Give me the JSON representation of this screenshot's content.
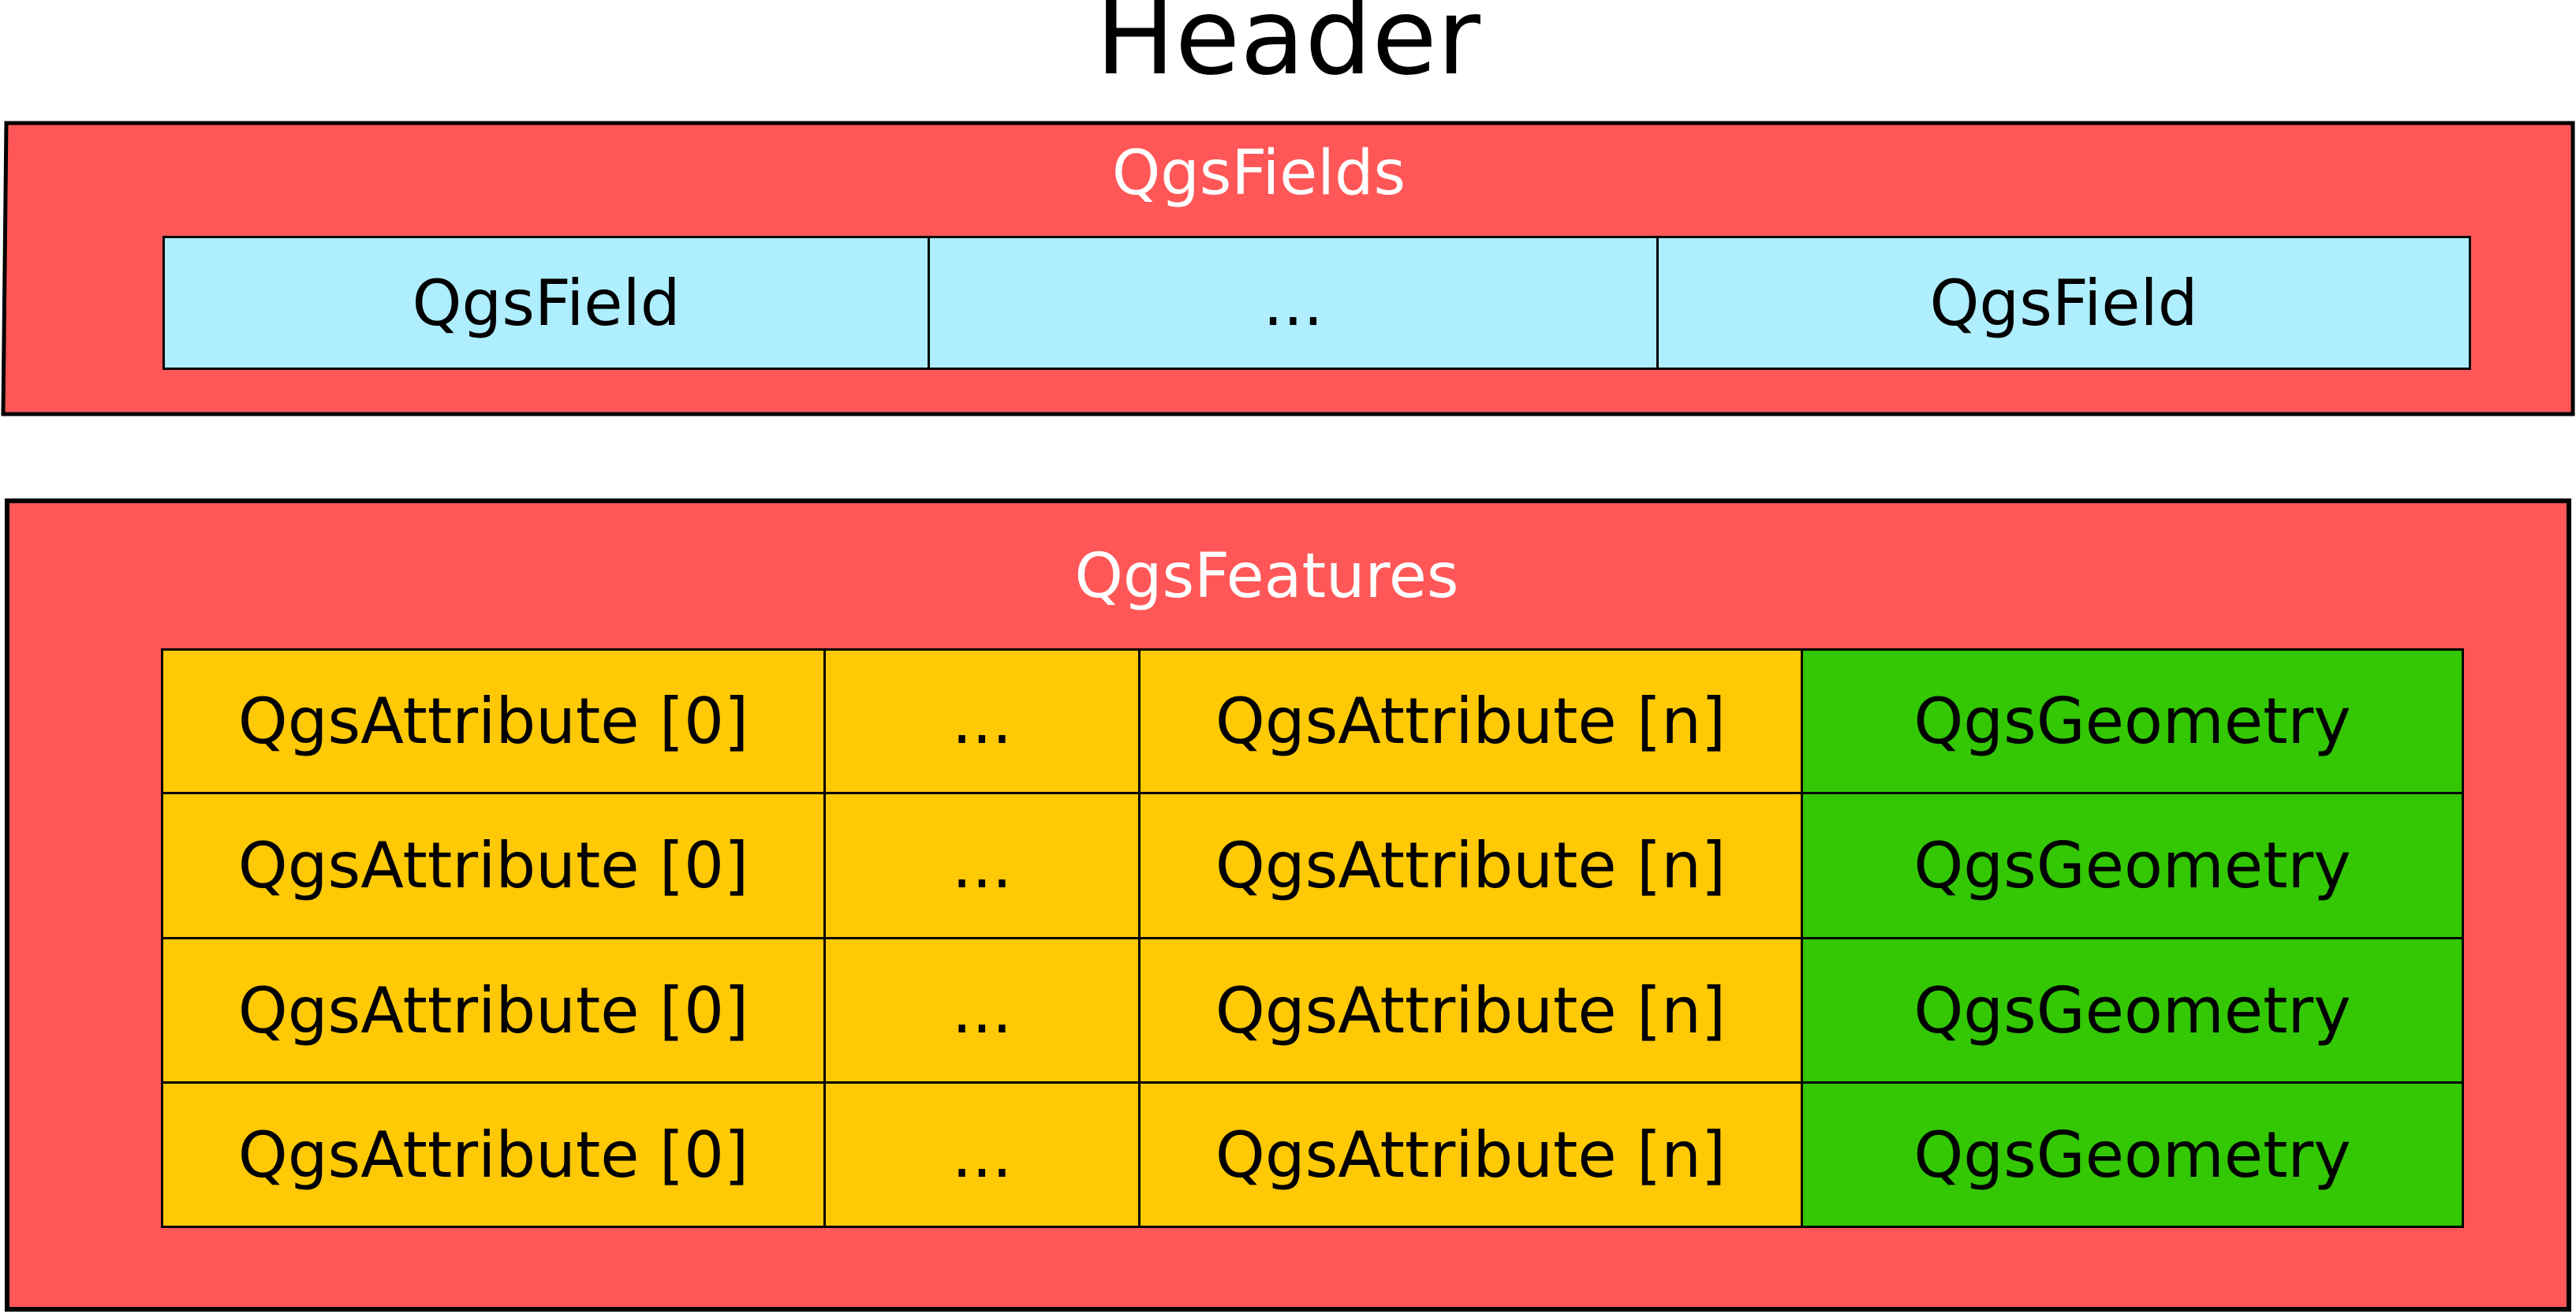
{
  "header": {
    "title": "Header"
  },
  "fields": {
    "title": "QgsFields",
    "cells": [
      "QgsField",
      "...",
      "QgsField"
    ],
    "colors": {
      "block": "#ff5757",
      "cell": "#aeeeff"
    }
  },
  "features": {
    "title": "QgsFeatures",
    "columns": [
      "QgsAttribute [0]",
      "...",
      "QgsAttribute [n]",
      "QgsGeometry"
    ],
    "rows": [
      [
        "QgsAttribute [0]",
        "...",
        "QgsAttribute [n]",
        "QgsGeometry"
      ],
      [
        "QgsAttribute [0]",
        "...",
        "QgsAttribute [n]",
        "QgsGeometry"
      ],
      [
        "QgsAttribute [0]",
        "...",
        "QgsAttribute [n]",
        "QgsGeometry"
      ],
      [
        "QgsAttribute [0]",
        "...",
        "QgsAttribute [n]",
        "QgsGeometry"
      ]
    ],
    "colors": {
      "block": "#ff5757",
      "attribute": "#ffc905",
      "geometry": "#33c704"
    }
  }
}
